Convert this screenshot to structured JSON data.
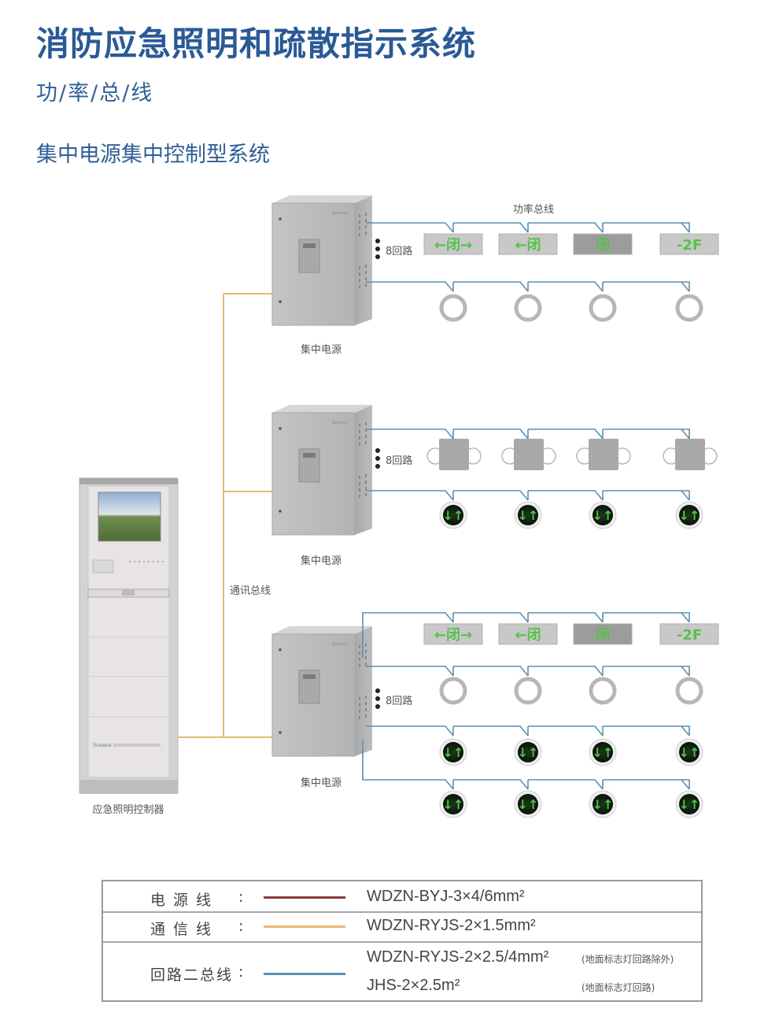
{
  "header": {
    "title": "消防应急照明和疏散指示系统",
    "subtitle": "功/率/总/线",
    "section": "集中电源集中控制型系统"
  },
  "colors": {
    "title": "#2a5a96",
    "power_line": "#8c3a3a",
    "comm_line": "#e6b973",
    "loop_line": "#5b8fb0",
    "sign_green": "#57c04a",
    "cabinet_gray": "#b9b9b9"
  },
  "diagram": {
    "controller_label": "应急照明控制器",
    "comm_bus_label": "通讯总线",
    "power_bus_label": "功率总线",
    "power_supplies": [
      {
        "label": "集中电源",
        "loop_count_label": "8回路",
        "branches": [
          {
            "device_type": "exit-sign",
            "devices": [
              "←闭→",
              "←闭",
              "闭",
              "-2F"
            ]
          },
          {
            "device_type": "ceiling-light",
            "devices": [
              "light",
              "light",
              "light",
              "light"
            ]
          }
        ]
      },
      {
        "label": "集中电源",
        "loop_count_label": "8回路",
        "branches": [
          {
            "device_type": "twin-head-light",
            "devices": [
              "light",
              "light",
              "light",
              "light"
            ]
          },
          {
            "device_type": "floor-direction-sign",
            "devices": [
              "↓↑",
              "↓↑",
              "↓↑",
              "↓↑"
            ]
          }
        ]
      },
      {
        "label": "集中电源",
        "loop_count_label": "8回路",
        "branches": [
          {
            "device_type": "exit-sign",
            "devices": [
              "←闭→",
              "←闭",
              "闭",
              "-2F"
            ]
          },
          {
            "device_type": "ceiling-light",
            "devices": [
              "light",
              "light",
              "light",
              "light"
            ]
          },
          {
            "device_type": "floor-direction-sign",
            "devices": [
              "↓↑",
              "↓↑",
              "↓↑",
              "↓↑"
            ]
          },
          {
            "device_type": "floor-direction-sign",
            "devices": [
              "↓↑",
              "↓↑",
              "↓↑",
              "↓↑"
            ]
          }
        ]
      }
    ]
  },
  "legend": {
    "rows": [
      {
        "name": "电源线",
        "colon": ":",
        "color": "#8c3a3a",
        "specs": [
          {
            "text": "WDZN-BYJ-3×4/6mm²",
            "note": ""
          }
        ]
      },
      {
        "name": "通信线",
        "colon": ":",
        "color": "#e6b973",
        "specs": [
          {
            "text": "WDZN-RYJS-2×1.5mm²",
            "note": ""
          }
        ]
      },
      {
        "name": "回路二总线",
        "colon": ":",
        "color": "#5b8fb0",
        "specs": [
          {
            "text": "WDZN-RYJS-2×2.5/4mm²",
            "note": "(地面标志灯回路除外)"
          },
          {
            "text": "JHS-2×2.5m²",
            "note": "(地面标志灯回路)"
          }
        ]
      }
    ]
  }
}
